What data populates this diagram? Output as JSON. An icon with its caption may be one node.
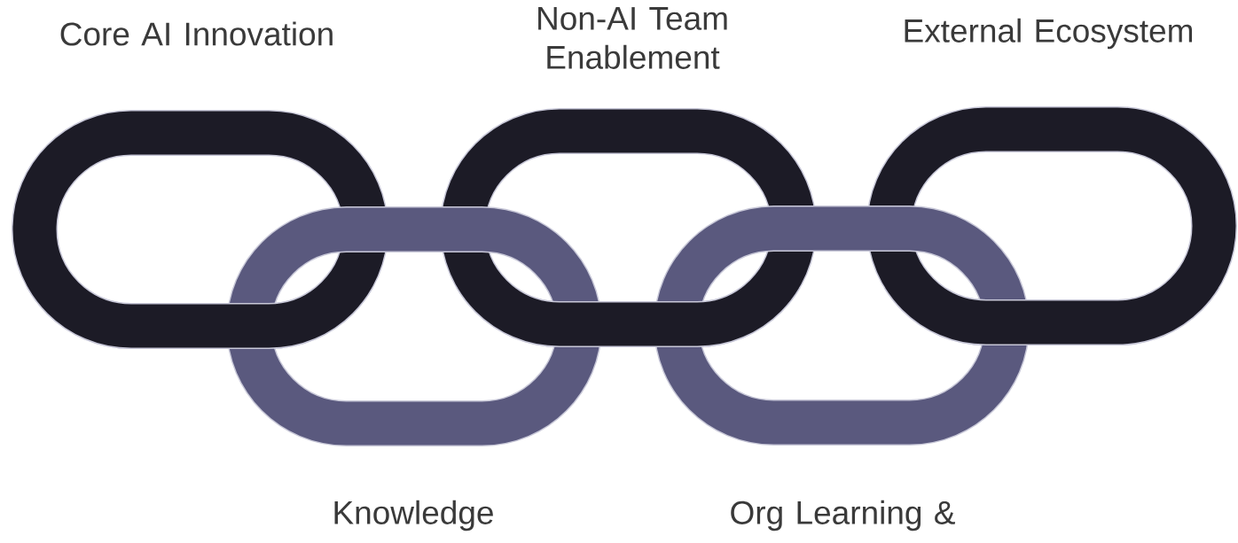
{
  "diagram": {
    "nodes": [
      {
        "text": [
          "Core AI Innovation"
        ]
      },
      {
        "text": [
          "Knowledge"
        ]
      },
      {
        "text": [
          "Non-AI Team Enablement"
        ]
      },
      {
        "text": [
          "Org Learning &"
        ]
      },
      {
        "text": [
          "External Ecosystem"
        ]
      }
    ]
  }
}
